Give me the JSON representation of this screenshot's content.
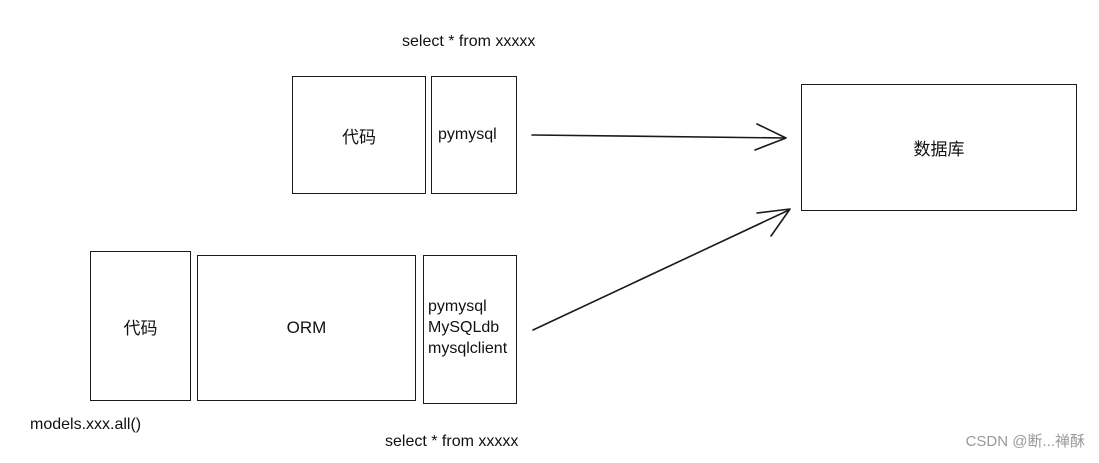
{
  "top_row": {
    "sql_caption": "select * from xxxxx",
    "code_label": "代码",
    "driver_label": "pymysql"
  },
  "bottom_row": {
    "code_label": "代码",
    "orm_label": "ORM",
    "drivers": [
      "pymysql",
      "MySQLdb",
      "mysqlclient"
    ],
    "models_caption": "models.xxx.all()",
    "sql_caption": "select * from xxxxx"
  },
  "database": {
    "label": "数据库"
  },
  "watermark": "CSDN @断...禅酥"
}
